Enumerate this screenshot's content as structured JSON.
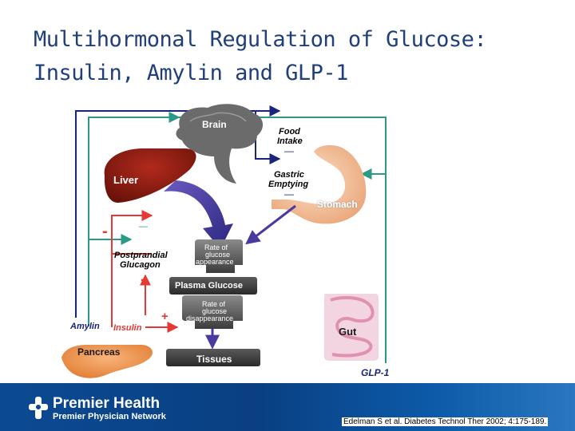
{
  "title": {
    "line1": "Multihormonal Regulation of Glucose:",
    "line2": "Insulin, Amylin and GLP-1"
  },
  "diagram": {
    "brain": "Brain",
    "food_intake_line1": "Food",
    "food_intake_line2": "Intake",
    "food_intake_sign": "—",
    "gastric_emptying_line1": "Gastric",
    "gastric_emptying_line2": "Emptying",
    "gastric_emptying_sign": "—",
    "stomach": "Stomach",
    "liver": "Liver",
    "minus_sign": "-",
    "liver_arrow_sign": "—",
    "postprandial_line1": "Postprandial",
    "postprandial_line2": "Glucagon",
    "glucagon_sign": "-",
    "appearance_line1": "Rate of",
    "appearance_line2": "glucose",
    "appearance_line3": "appearance",
    "plasma_glucose": "Plasma Glucose",
    "disappearance_line1": "Rate of",
    "disappearance_line2": "glucose",
    "disappearance_line3": "disappearance",
    "plus_sign": "+",
    "amylin": "Amylin",
    "insulin": "Insulin",
    "pancreas": "Pancreas",
    "tissues": "Tissues",
    "gut": "Gut",
    "glp1": "GLP-1"
  },
  "colors": {
    "title": "#1f3f7a",
    "teal_pathway": "#2a9a86",
    "navy_pathway": "#1a237e",
    "red_pathway": "#e53935",
    "purple_arrow": "#4a3a9e",
    "organ_liver": "#8b1a10",
    "organ_stomach": "#f6c9a0",
    "brain_gray": "#6b6b6b",
    "footer": "#0b4a93"
  },
  "footer": {
    "brand": "Premier Health",
    "network": "Premier Physician Network",
    "logo_icon": "cross-icon"
  },
  "citation": "Edelman S et al. Diabetes Technol Ther 2002; 4:175-189."
}
